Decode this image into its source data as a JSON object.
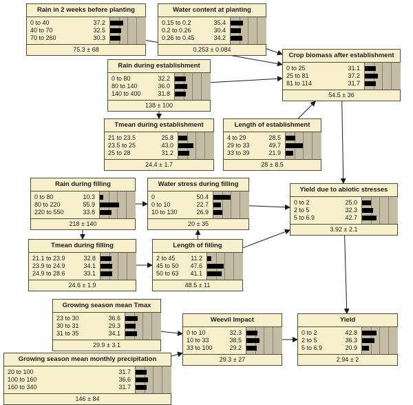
{
  "colors": {
    "node_fill": "#f8efcd",
    "panel_fill": "#c4bca4",
    "bar": "#000000",
    "border": "#4a4a3a"
  },
  "nodes": {
    "rain2w": {
      "title": "Rain in 2 weeks before planting",
      "mean": "75.3 ± 68",
      "states": [
        {
          "label": "0 to 40",
          "value": 37.2
        },
        {
          "label": "40 to 70",
          "value": 32.5
        },
        {
          "label": "70 to 260",
          "value": 30.3
        }
      ]
    },
    "water": {
      "title": "Water content at planting",
      "mean": "0.253 ± 0.084",
      "states": [
        {
          "label": "0.15 to 0.2",
          "value": 35.4
        },
        {
          "label": "0.2 to 0.26",
          "value": 30.4
        },
        {
          "label": "0.26 to 0.45",
          "value": 34.2
        }
      ]
    },
    "biomass": {
      "title": "Crop biomass after establishment",
      "mean": "54.5 ± 36",
      "states": [
        {
          "label": "0 to 25",
          "value": 31.1
        },
        {
          "label": "25 to 81",
          "value": 37.2
        },
        {
          "label": "81 to 114",
          "value": 31.7
        }
      ]
    },
    "rainest": {
      "title": "Rain during establishment",
      "mean": "138 ± 100",
      "states": [
        {
          "label": "0 to 80",
          "value": 32.2
        },
        {
          "label": "80 to 140",
          "value": 36.0
        },
        {
          "label": "140 to 400",
          "value": 31.8
        }
      ]
    },
    "tmeanest": {
      "title": "Tmean during establishment",
      "mean": "24.4 ± 1.7",
      "states": [
        {
          "label": "21 to 23.5",
          "value": 25.8
        },
        {
          "label": "23.5 to 25",
          "value": 43.0
        },
        {
          "label": "25 to 28",
          "value": 31.2
        }
      ]
    },
    "lenest": {
      "title": "Length of establishment",
      "mean": "28 ± 8.5",
      "states": [
        {
          "label": "4 to 29",
          "value": 28.5
        },
        {
          "label": "29 to 33",
          "value": 49.7
        },
        {
          "label": "33 to 39",
          "value": 21.9
        }
      ]
    },
    "rainfill": {
      "title": "Rain during filling",
      "mean": "218 ± 140",
      "states": [
        {
          "label": "0 to 80",
          "value": 10.3
        },
        {
          "label": "80 to 220",
          "value": 55.9
        },
        {
          "label": "220 to 550",
          "value": 33.8
        }
      ]
    },
    "wstress": {
      "title": "Water stress during filling",
      "mean": "20 ± 35",
      "states": [
        {
          "label": "0",
          "value": 50.4
        },
        {
          "label": "0 to 10",
          "value": 22.7
        },
        {
          "label": "10 to 130",
          "value": 26.9
        }
      ]
    },
    "yabiotic": {
      "title": "Yield due to abiotic stresses",
      "mean": "3.92 ± 2.1",
      "states": [
        {
          "label": "0 to 2",
          "value": 25.0
        },
        {
          "label": "2 to 5",
          "value": 32.3
        },
        {
          "label": "5 to 6.9",
          "value": 42.7
        }
      ]
    },
    "tmeanfill": {
      "title": "Tmean during filling",
      "mean": "24.6 ± 1.9",
      "states": [
        {
          "label": "21.1 to 23.9",
          "value": 32.8
        },
        {
          "label": "23.9 to 24.9",
          "value": 34.1
        },
        {
          "label": "24.9 to 28.6",
          "value": 33.1
        }
      ]
    },
    "lenfill": {
      "title": "Length of filling",
      "mean": "48.5 ± 11",
      "states": [
        {
          "label": "2 to 45",
          "value": 11.2
        },
        {
          "label": "45 to 50",
          "value": 47.6
        },
        {
          "label": "50 to 63",
          "value": 41.1
        }
      ]
    },
    "tmax": {
      "title": "Growing season mean Tmax",
      "mean": "29.9 ± 3.1",
      "states": [
        {
          "label": "23 to 30",
          "value": 36.6
        },
        {
          "label": "30 to 31",
          "value": 29.3
        },
        {
          "label": "31 to 35",
          "value": 34.1
        }
      ]
    },
    "weevil": {
      "title": "Weevil Impact",
      "mean": "29.3 ± 27",
      "states": [
        {
          "label": "0 to 10",
          "value": 32.3
        },
        {
          "label": "10 to 33",
          "value": 38.5
        },
        {
          "label": "33 to 100",
          "value": 29.2
        }
      ]
    },
    "yield": {
      "title": "Yield",
      "mean": "2.94 ± 2",
      "states": [
        {
          "label": "0 to 2",
          "value": 42.8
        },
        {
          "label": "2 to 5",
          "value": 36.3
        },
        {
          "label": "5 to 6.9",
          "value": 20.9
        }
      ]
    },
    "precip": {
      "title": "Growing season mean monthly precipitation",
      "mean": "146 ± 84",
      "states": [
        {
          "label": "20 to 100",
          "value": 31.7
        },
        {
          "label": "100 to 160",
          "value": 36.6
        },
        {
          "label": "160 to 340",
          "value": 31.7
        }
      ]
    }
  },
  "edges": [
    {
      "from": "rain2w",
      "to": "biomass"
    },
    {
      "from": "water",
      "to": "biomass"
    },
    {
      "from": "rainest",
      "to": "biomass"
    },
    {
      "from": "rainest",
      "to": "tmeanest"
    },
    {
      "from": "lenest",
      "to": "biomass"
    },
    {
      "from": "biomass",
      "to": "yabiotic"
    },
    {
      "from": "rainfill",
      "to": "tmeanfill"
    },
    {
      "from": "rainfill",
      "to": "wstress"
    },
    {
      "from": "wstress",
      "to": "yabiotic"
    },
    {
      "from": "lenfill",
      "to": "wstress"
    },
    {
      "from": "lenfill",
      "to": "yabiotic"
    },
    {
      "from": "tmeanfill",
      "to": "lenfill"
    },
    {
      "from": "yabiotic",
      "to": "yield"
    },
    {
      "from": "tmax",
      "to": "weevil"
    },
    {
      "from": "precip",
      "to": "weevil"
    },
    {
      "from": "weevil",
      "to": "yield"
    }
  ]
}
